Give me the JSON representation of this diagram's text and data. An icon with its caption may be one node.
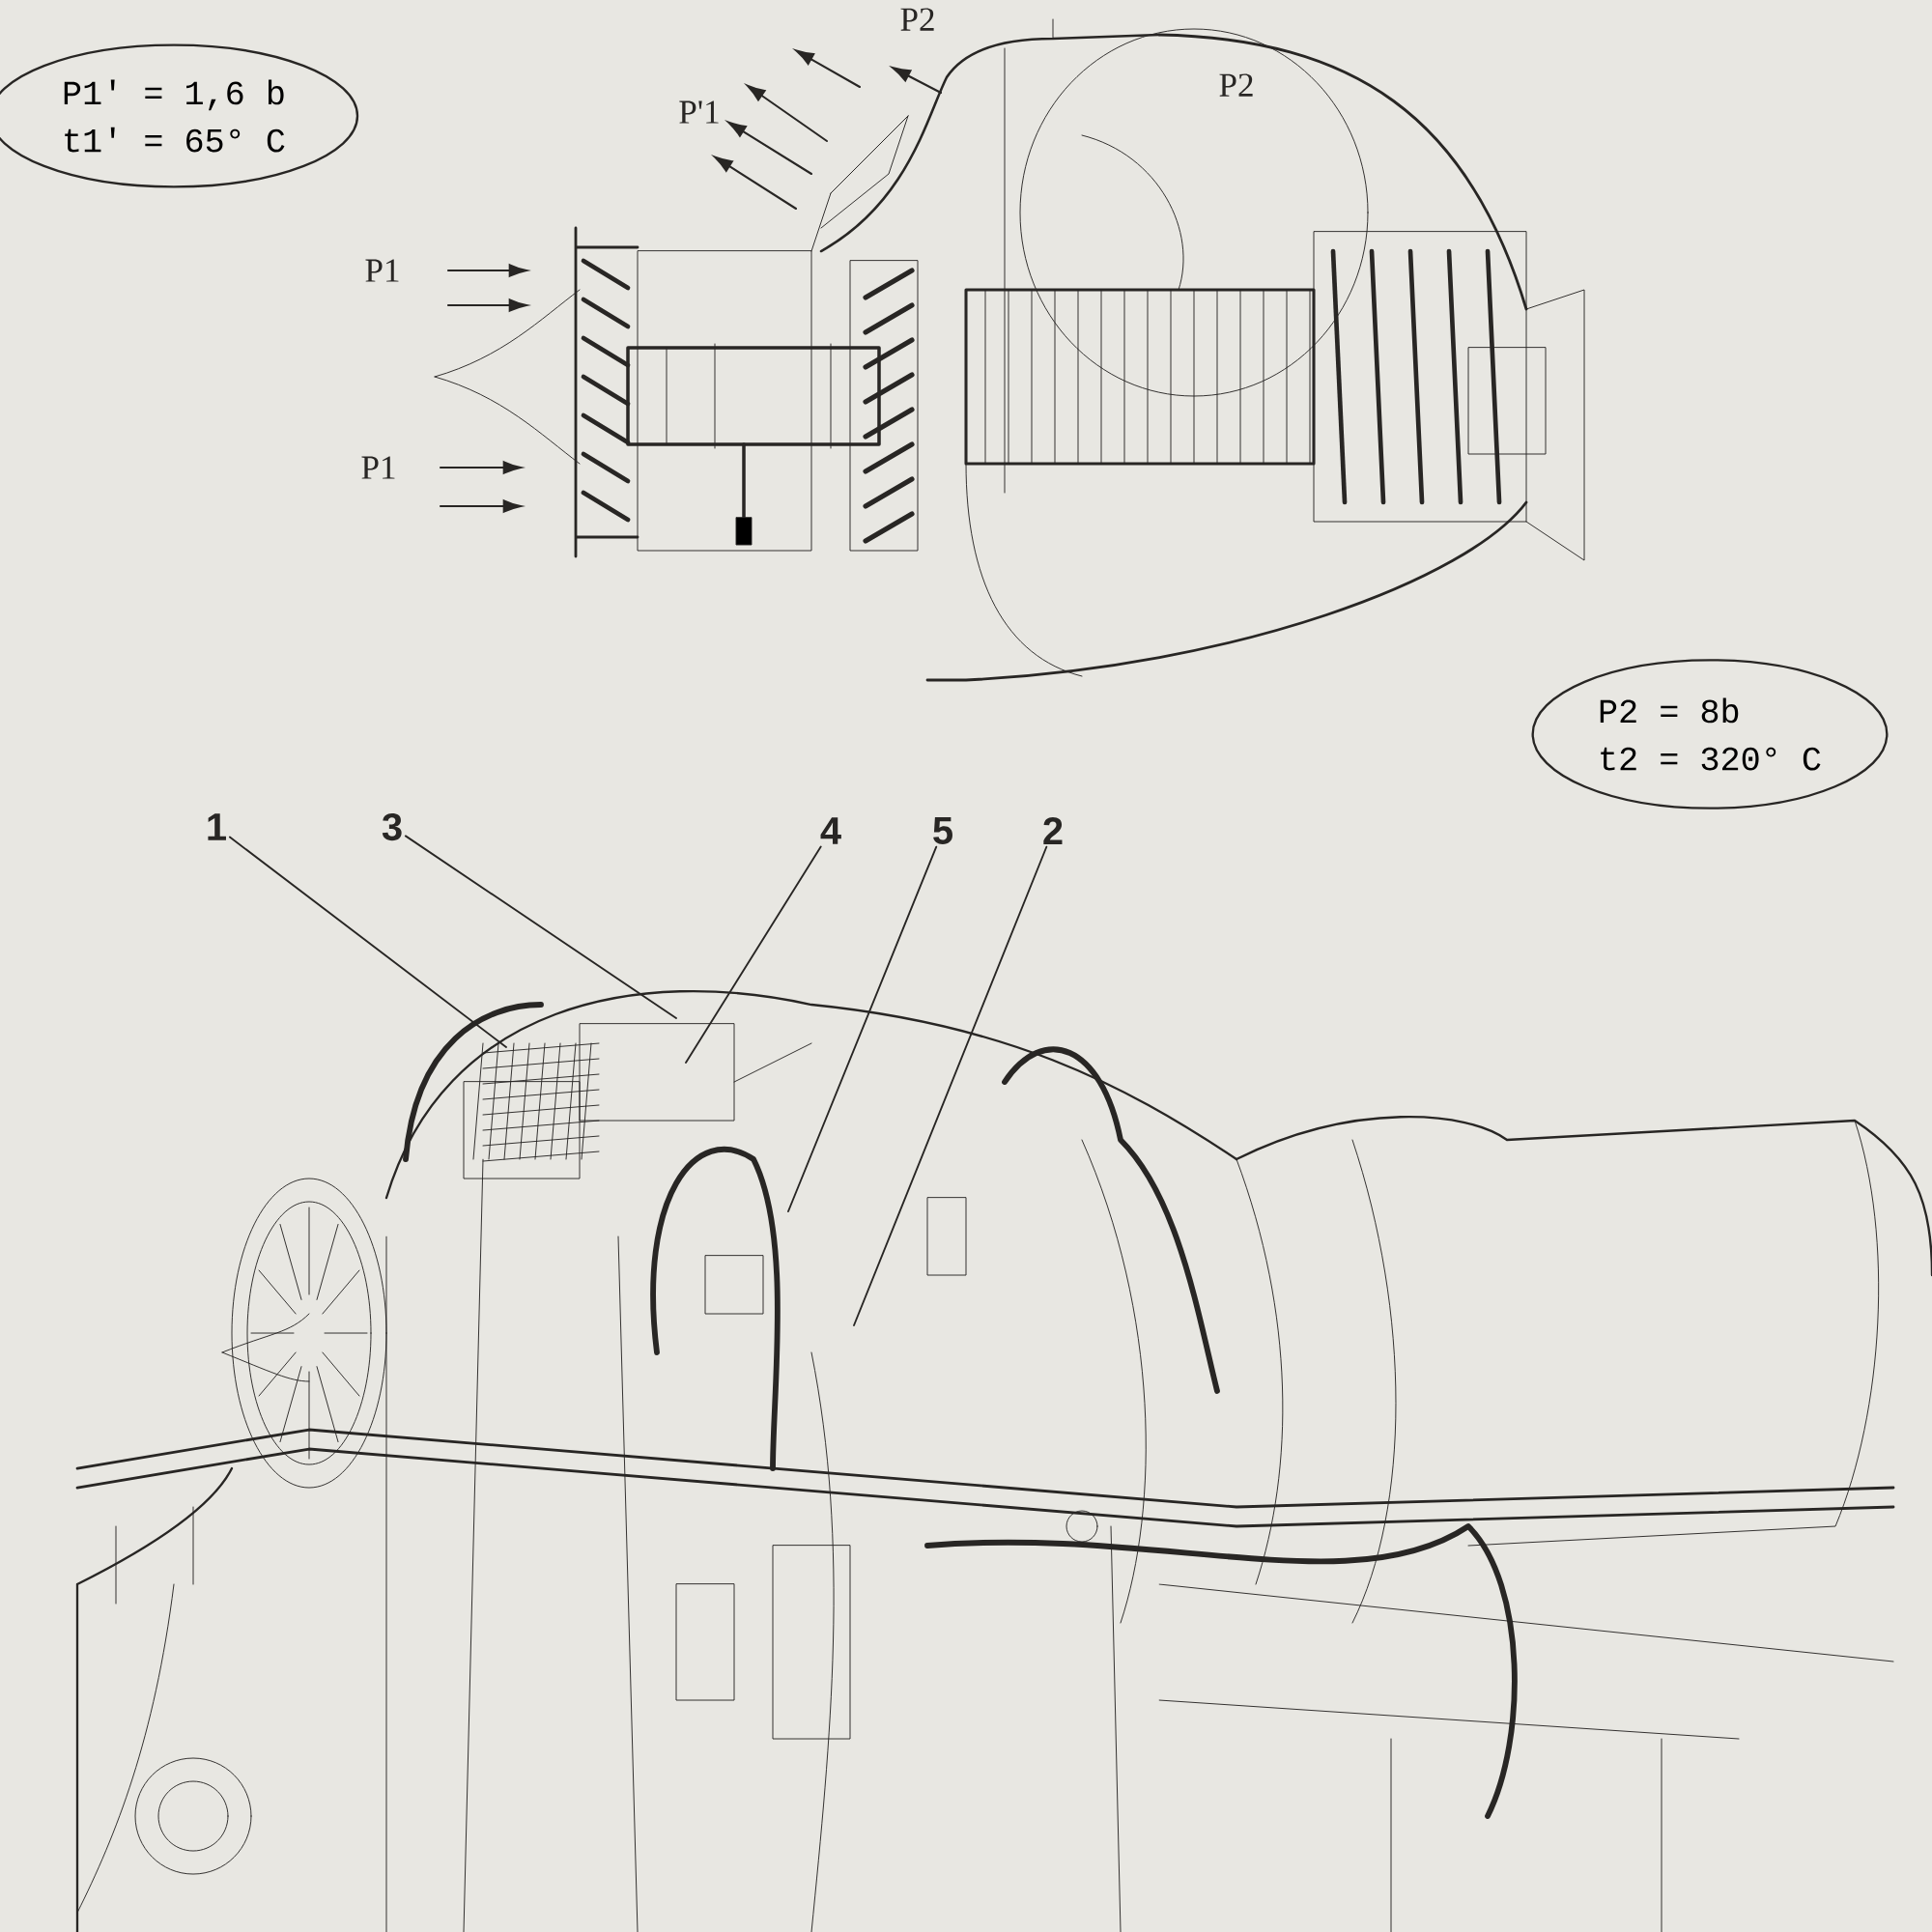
{
  "diagram": {
    "nodes": [
      {
        "text": [
          "P1' = 1,6 b",
          "t1' = 65° C"
        ]
      },
      {
        "text": [
          "P2 = 8b",
          "t2 = 320° C"
        ]
      },
      {
        "text": [
          "1"
        ]
      },
      {
        "text": [
          "3"
        ]
      },
      {
        "text": [
          "4"
        ]
      },
      {
        "text": [
          "5"
        ]
      },
      {
        "text": [
          "2"
        ]
      }
    ],
    "edges": [
      {
        "from": 2,
        "to": null,
        "arrow": "none"
      },
      {
        "from": 3,
        "to": null,
        "arrow": "none"
      },
      {
        "from": 4,
        "to": null,
        "arrow": "none"
      },
      {
        "from": 5,
        "to": null,
        "arrow": "none"
      },
      {
        "from": 6,
        "to": null,
        "arrow": "none"
      }
    ],
    "labels": [
      "P2",
      "P'1",
      "P2",
      "P1",
      "P1"
    ]
  }
}
